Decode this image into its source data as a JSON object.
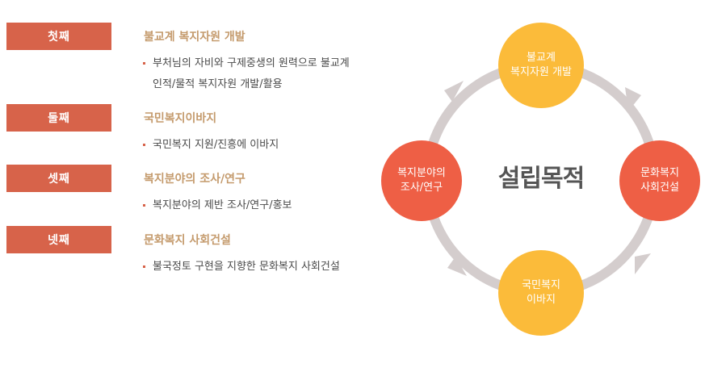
{
  "items": [
    {
      "label": "첫째",
      "title": "불교계 복지자원 개발",
      "desc": "부처님의 자비와 구제중생의 원력으로 불교계 인적/물적 복지자원 개발/활용"
    },
    {
      "label": "둘째",
      "title": "국민복지이바지",
      "desc": "국민복지 지원/진흥에 이바지"
    },
    {
      "label": "셋째",
      "title": "복지분야의 조사/연구",
      "desc": "복지분야의 제반 조사/연구/홍보"
    },
    {
      "label": "넷째",
      "title": "문화복지 사회건설",
      "desc": "불국정토 구현을 지향한 문화복지 사회건설"
    }
  ],
  "cycle": {
    "center": "설립목적",
    "nodes": {
      "top": "불교계\n복지자원 개발",
      "right": "문화복지\n사회건설",
      "bottom": "국민복지\n이바지",
      "left": "복지분야의\n조사/연구"
    }
  },
  "colors": {
    "badge": "#d7634a",
    "title": "#c49a6c",
    "node_yellow": "#fbbb3a",
    "node_red": "#ee5f45",
    "ring": "#d4cdcd"
  }
}
